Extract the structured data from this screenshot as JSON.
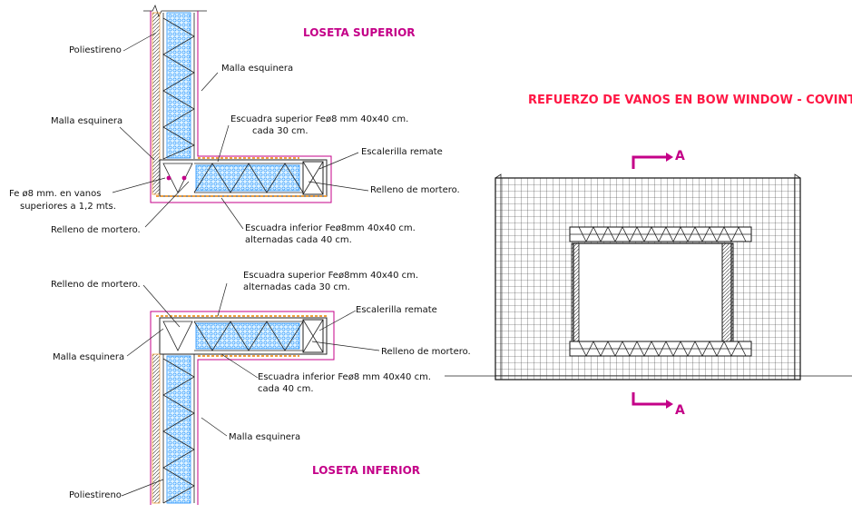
{
  "colors": {
    "magenta": "#c40088",
    "title_red": "#ff1744",
    "polystyrene": "#1e90ff",
    "mortar": "#f0a040",
    "line": "#222222"
  },
  "titles": {
    "top_slab": "LOSETA SUPERIOR",
    "bottom_slab": "LOSETA INFERIOR",
    "main": "REFUERZO DE VANOS EN BOW WINDOW - COVINTEC",
    "section_mark": "A"
  },
  "top_labels": {
    "poliestireno": "Poliestireno",
    "malla_esquinera_1": "Malla  esquinera",
    "malla_esquinera_2": "Malla esquinera",
    "escuadra_sup_1": "Escuadra superior Feø8 mm 40x40 cm.",
    "escuadra_sup_2": "cada 30 cm.",
    "escalerilla": "Escalerilla remate",
    "relleno_right": "Relleno de mortero.",
    "fe_1": "Fe ø8 mm. en vanos",
    "fe_2": "superiores a 1,2 mts.",
    "relleno_left": "Relleno de mortero.",
    "escuadra_inf_1": "Escuadra inferior Feø8mm 40x40 cm.",
    "escuadra_inf_2": "alternadas cada 40 cm."
  },
  "bottom_labels": {
    "relleno_left": "Relleno de mortero.",
    "escuadra_sup_1": "Escuadra superior Feø8mm 40x40 cm.",
    "escuadra_sup_2": "alternadas cada 30 cm.",
    "escalerilla": "Escalerilla remate",
    "malla_esquinera_1": "Malla esquinera",
    "relleno_right": "Relleno de mortero.",
    "escuadra_inf_1": "Escuadra inferior Feø8 mm 40x40 cm.",
    "escuadra_inf_2": "cada 40 cm.",
    "malla_esquinera_2": "Malla esquinera",
    "poliestireno": "Poliestireno"
  }
}
